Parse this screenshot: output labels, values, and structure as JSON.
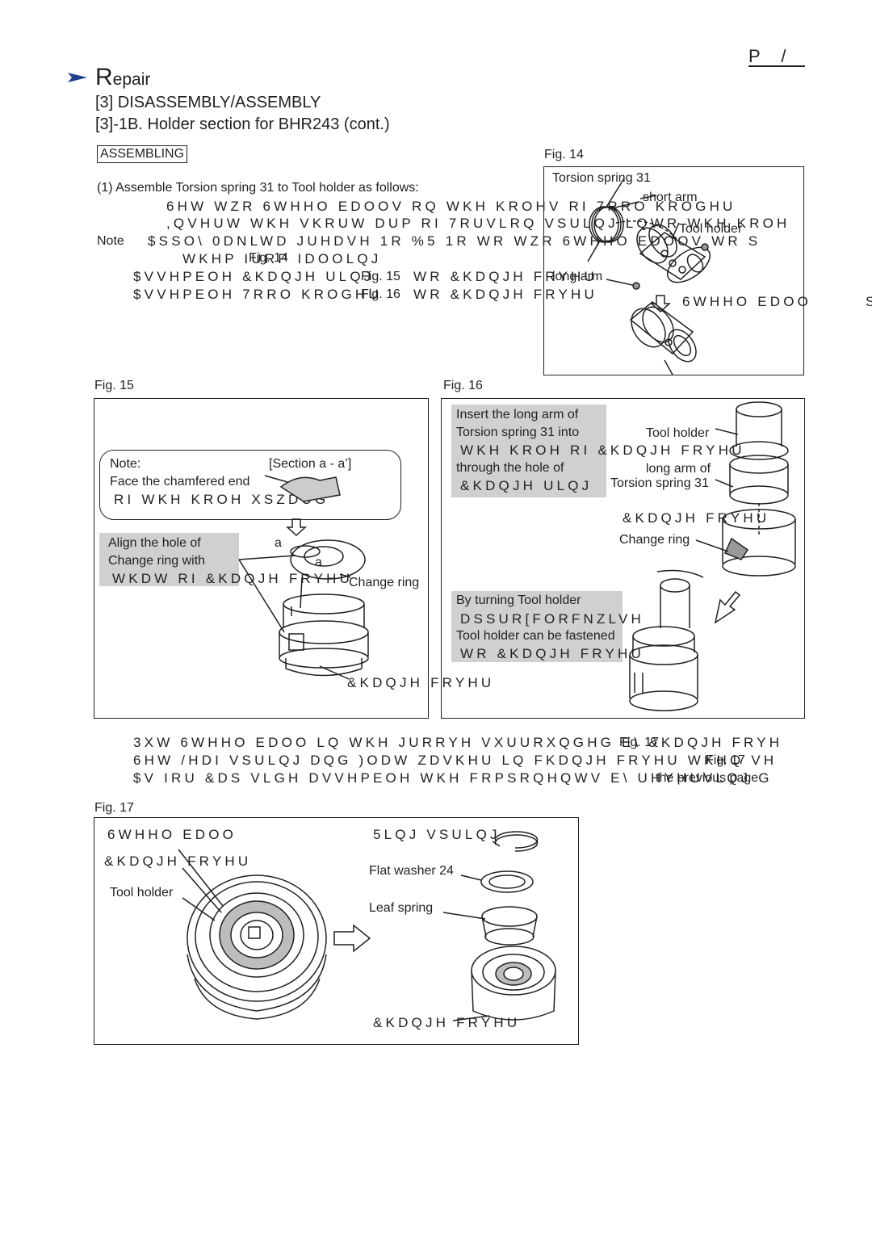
{
  "header": {
    "page_code": "P /"
  },
  "titles": {
    "repair_initial": "R",
    "repair_rest": "epair",
    "section": "[3] DISASSEMBLY/ASSEMBLY",
    "subsection": "[3]-1B. Holder section for BHR243 (cont.)",
    "tag": "ASSEMBLING"
  },
  "instructions": {
    "step1": "(1) Assemble Torsion spring 31 to Tool holder as follows:",
    "line2": "6HW WZR 6WHHO EDOOV  RQ WKH KROHV RI 7RRO KROGHU",
    "line3": ",QVHUW WKH VKRUW DUP RI 7RUVLRQ VSULQJ  LQWR WKH KROH",
    "note_label": "Note",
    "line4": "$SSO\\ 0DNLWD JUHDVH 1R  %5 1R     WR WZR 6WHHO EDOOV   WR S",
    "line5": "WKHP IURP IDOOLQJ",
    "fig14_ref": "Fig. 14",
    "line6": "$VVHPEOH &KDQJH ULQJ",
    "fig15_ref": "Fig. 15",
    "line6b": "WR &KDQJH FRYHU",
    "line7": "$VVHPEOH 7RRO KROGHU",
    "fig16_ref": "Fig. 16",
    "line7b": "WR &KDQJH FRYHU"
  },
  "fig14": {
    "caption": "Fig. 14",
    "torsion_spring": "Torsion spring 31",
    "short_arm": "short arm",
    "tool_holder": "Tool holder",
    "long_arm": "long arm",
    "steel_ball": "6WHHO EDOO",
    "steel_ball_tail": "S"
  },
  "fig15": {
    "caption": "Fig. 15",
    "note_label": "Note:",
    "section_label": "[Section  a - a’]",
    "face_line1": "Face the chamfered end",
    "face_line2": "RI WKH KROH XSZDUG",
    "align1": "Align the hole of",
    "align2": "Change ring with",
    "align3": "WKDW RI &KDQJH FRYHU",
    "a_top": "a",
    "a_mid": "a",
    "change_ring": "Change ring",
    "change_cover": "&KDQJH FRYHU"
  },
  "fig16": {
    "caption": "Fig. 16",
    "insert1": "Insert the long arm of",
    "insert2": "Torsion spring 31 into",
    "insert3": "WKH KROH RI &KDQJH FRYHU",
    "insert4": "through the hole of",
    "insert5": "&KDQJH ULQJ",
    "tool_holder": "Tool holder",
    "long_arm_of": "long arm of",
    "torsion_spring": "Torsion spring 31",
    "change_cover": "&KDQJH FRYHU",
    "change_ring": "Change ring",
    "turn1": "By turning Tool holder",
    "turn2": "DSSUR[FORFNZLVH",
    "turn3": "Tool holder can be fastened",
    "turn4": "WR &KDQJH FRYHU"
  },
  "lower": {
    "line1": "3XW 6WHHO EDOO    LQ WKH JURRYH VXUURXQGHG E\\ &KDQJH FRYH",
    "fig17_ref_a": "Fig. 17",
    "line2": "6HW /HDI VSULQJ DQG )ODW ZDVKHU    LQ FKDQJH FRYHU  WKHQ VH",
    "fig17_ref_b": "Fig. 17",
    "line3": "$V IRU &DS    VLGH  DVVHPEOH WKH FRPSRQHQWV E\\ UHYHUVLQJ G",
    "prev_page": "the previous page"
  },
  "fig17": {
    "caption": "Fig. 17",
    "steel_ball": "6WHHO EDOO",
    "ring_spring": "5LQJ VSULQJ",
    "change_cover": "&KDQJH FRYHU",
    "flat_washer": "Flat washer 24",
    "tool_holder": "Tool holder",
    "leaf_spring": "Leaf spring",
    "change_cover_bottom": "&KDQJH FRYHU"
  },
  "colors": {
    "arrow_blue": "#1f3f8f",
    "ink": "#231f20",
    "highlight_gray": "#d0d0d0"
  }
}
